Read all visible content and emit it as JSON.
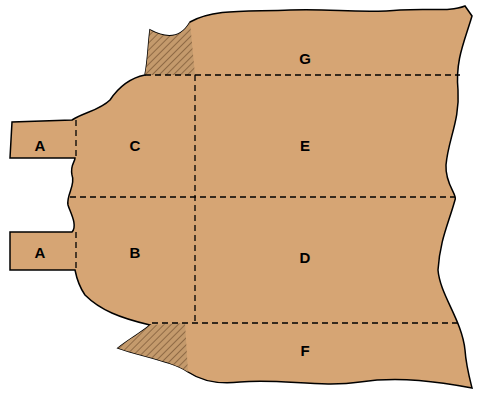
{
  "diagram": {
    "labels": [
      "G",
      "A",
      "C",
      "E",
      "A",
      "B",
      "D",
      "F"
    ]
  }
}
